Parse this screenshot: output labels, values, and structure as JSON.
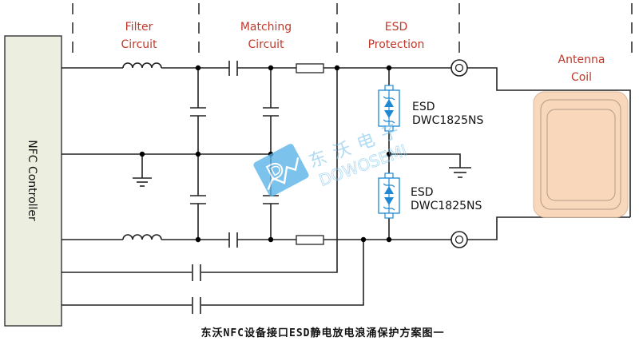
{
  "sections": {
    "filter": [
      "Filter",
      "Circuit"
    ],
    "matching": [
      "Matching",
      "Circuit"
    ],
    "esd": [
      "ESD",
      "Protection"
    ],
    "antenna": [
      "Antenna",
      "Coil"
    ]
  },
  "controller": {
    "label": "NFC Controller"
  },
  "esd_devices": [
    {
      "line1": "ESD",
      "line2": "DWC1825NS"
    },
    {
      "line1": "ESD",
      "line2": "DWC1825NS"
    }
  ],
  "watermark": {
    "chinese": "东沃电子",
    "english": "DOWOSEMI"
  },
  "caption": "东沃NFC设备接口ESD静电放电浪涌保护方案图一",
  "colors": {
    "section_label": "#c0392b",
    "controller_fill": "#ecefdf",
    "antenna_fill": "#f9d7bb",
    "esd_blue": "#1f88d4",
    "watermark_blue": "#5bb4e8"
  }
}
